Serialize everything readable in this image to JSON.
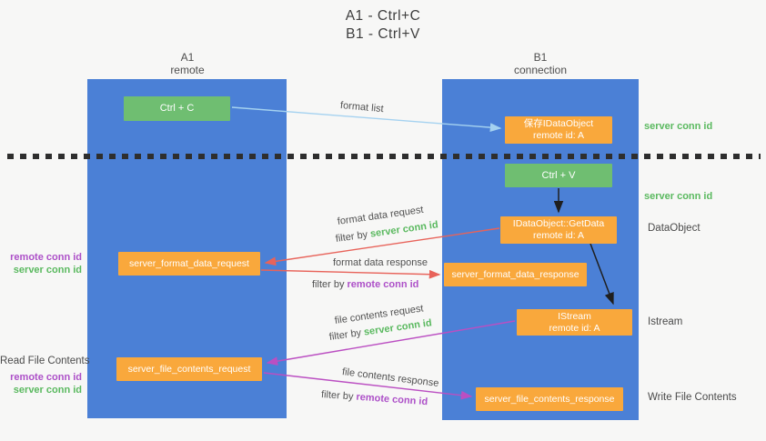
{
  "title": {
    "line1": "A1 - Ctrl+C",
    "line2": "B1 - Ctrl+V"
  },
  "lanes": {
    "left": {
      "name": "A1",
      "subtitle": "remote"
    },
    "right": {
      "name": "B1",
      "subtitle": "connection"
    }
  },
  "nodes": {
    "ctrl_c": {
      "label": "Ctrl + C"
    },
    "save_idataobject": {
      "line1": "保存IDataObject",
      "line2": "remote id: A"
    },
    "ctrl_v": {
      "label": "Ctrl + V"
    },
    "getdata": {
      "line1": "IDataObject::GetData",
      "line2": "remote id: A"
    },
    "server_format_data_request": {
      "label": "server_format_data_request"
    },
    "server_format_data_response": {
      "label": "server_format_data_response"
    },
    "istream": {
      "line1": "IStream",
      "line2": "remote id: A"
    },
    "server_file_contents_request": {
      "label": "server_file_contents_request"
    },
    "server_file_contents_response": {
      "label": "server_file_contents_response"
    }
  },
  "annotations": {
    "server_conn_id": "server conn id",
    "remote_conn_id": "remote conn id",
    "filter_by": "filter by",
    "data_object": "DataObject",
    "istream": "Istream",
    "read_file_contents": "Read File Contents",
    "write_file_contents": "Write File Contents",
    "format_list": "format list",
    "format_data_request": "format data request",
    "format_data_response": "format data response",
    "file_contents_request": "file contents request",
    "file_contents_response": "file contents response"
  },
  "colors": {
    "lane_blue": "#4b80d6",
    "node_orange": "#f9a83c",
    "node_green": "#6fbe71",
    "green_text": "#5ab95f",
    "purple_text": "#ad50c8",
    "red_arrow": "#e8635a",
    "magenta_arrow": "#bb4fc2",
    "blue_arrow": "#a5d2f0",
    "black_arrow": "#1f1f1f"
  }
}
